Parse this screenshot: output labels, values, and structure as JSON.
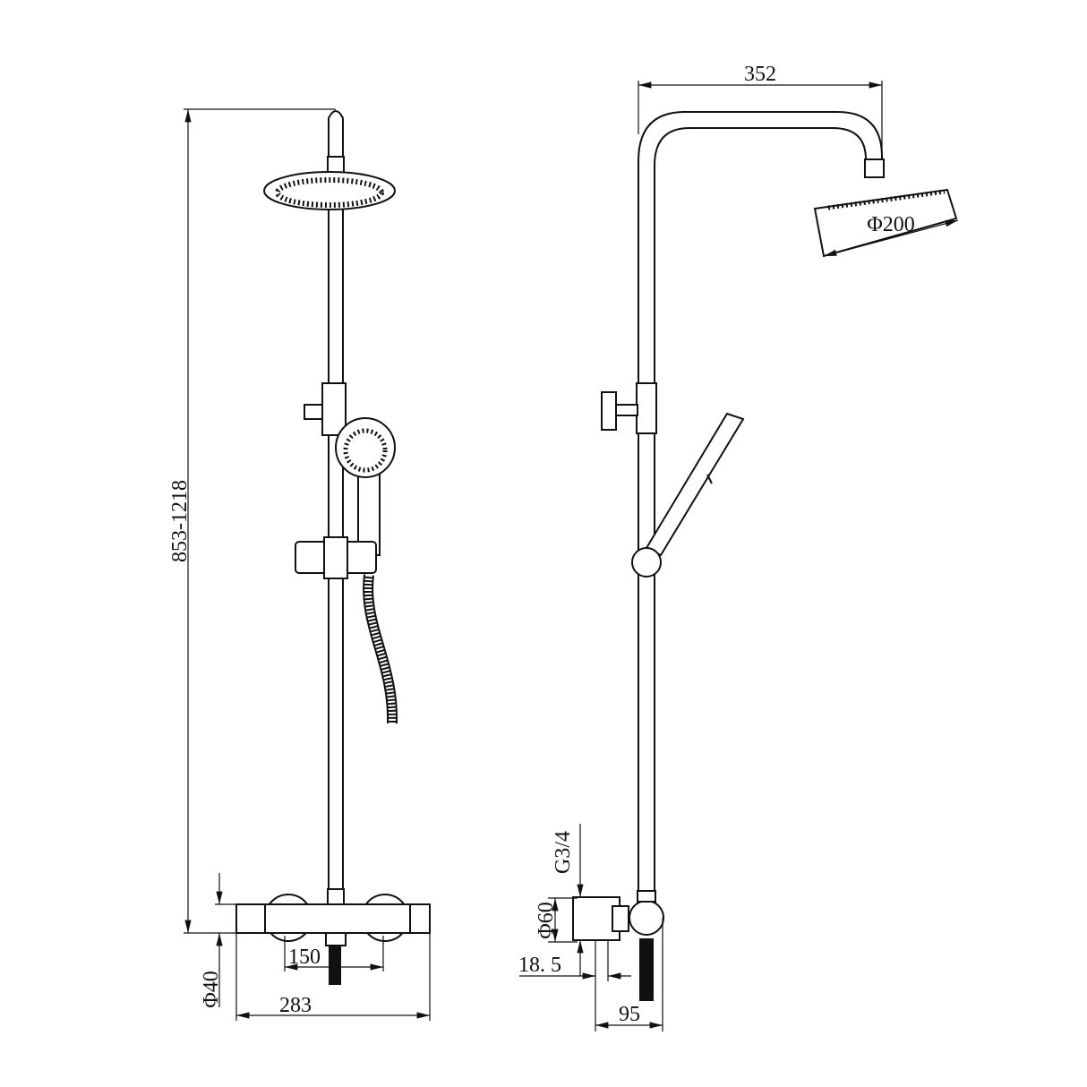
{
  "drawing": {
    "front_view": {
      "height_dimension": "853-1218",
      "inlet_spacing": "150",
      "valve_width": "283",
      "valve_diameter": "Φ40"
    },
    "side_view": {
      "arm_projection": "352",
      "head_diameter": "Φ200",
      "thread": "G3/4",
      "connector_diameter": "Φ60",
      "offset": "18. 5",
      "depth": "95"
    },
    "line_color": "#111111",
    "background_color": "#ffffff"
  }
}
